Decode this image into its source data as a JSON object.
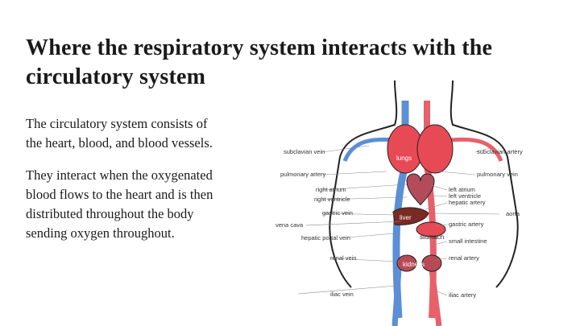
{
  "slide": {
    "title": "Where the respiratory system interacts with the circulatory system",
    "paragraphs": [
      "The circulatory system consists of the heart, blood, and blood vessels.",
      " They interact when the oxygenated blood flows to the heart and is then distributed throughout the body sending oxygen throughout."
    ]
  },
  "diagram": {
    "labels_left": [
      "subclavian vein",
      "pulmonary artery",
      "right atrium",
      "right ventricle",
      "gastric vein",
      "vena cava",
      "hepatic portal vein",
      "renal vein",
      "iliac vein"
    ],
    "labels_right": [
      "subclavian artery",
      "pulmonary vein",
      "left atrium",
      "left ventricle",
      "hepatic artery",
      "aorta",
      "gastric artery",
      "small intestine",
      "renal artery",
      "iliac artery"
    ],
    "organs": {
      "lungs": "lungs",
      "liver": "liver",
      "stomach": "stomach",
      "kidneys": "kidneys"
    },
    "colors": {
      "artery": "#e8606a",
      "vein": "#5b8fd6",
      "organ_red": "#e84a55",
      "liver": "#7a2a22",
      "outline": "#222222"
    }
  }
}
